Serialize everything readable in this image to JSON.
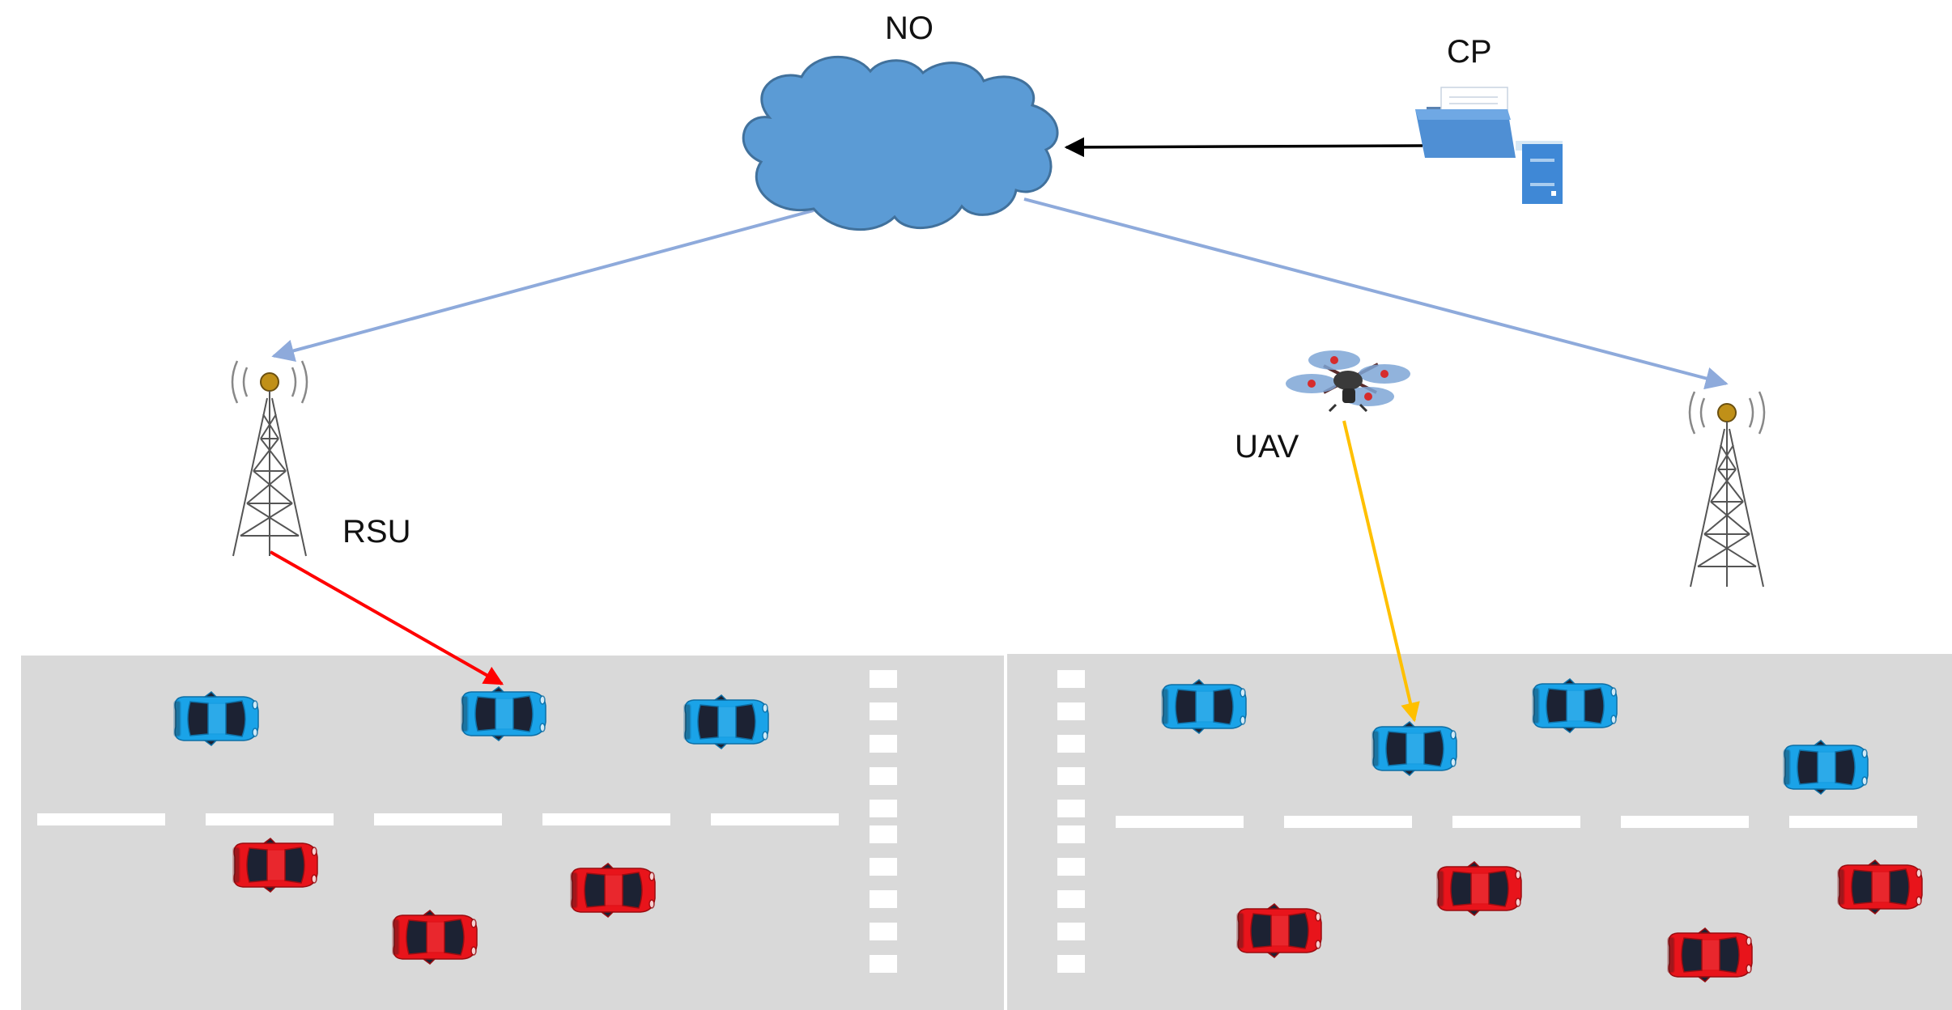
{
  "labels": {
    "network_operator": "NO",
    "content_provider": "CP",
    "uav": "UAV",
    "rsu": "RSU"
  },
  "colors": {
    "cloud_fill": "#5b9bd5",
    "cloud_stroke": "#41719c",
    "backhaul_link": "#8eaadb",
    "cp_link": "#000000",
    "rsu_link": "#ff0000",
    "uav_link": "#ffc000",
    "road": "#d9d9d9",
    "lane_marking": "#ffffff",
    "blue_car": "#1aa3e8",
    "red_car": "#e8141b",
    "tower": "#555555",
    "tower_beacon": "#c09018",
    "folder": "#4f8fd4",
    "server": "#3f88d6"
  },
  "icons": [
    "cloud-icon",
    "folder-icon",
    "server-icon",
    "radio-tower-icon",
    "drone-icon",
    "car-icon"
  ]
}
